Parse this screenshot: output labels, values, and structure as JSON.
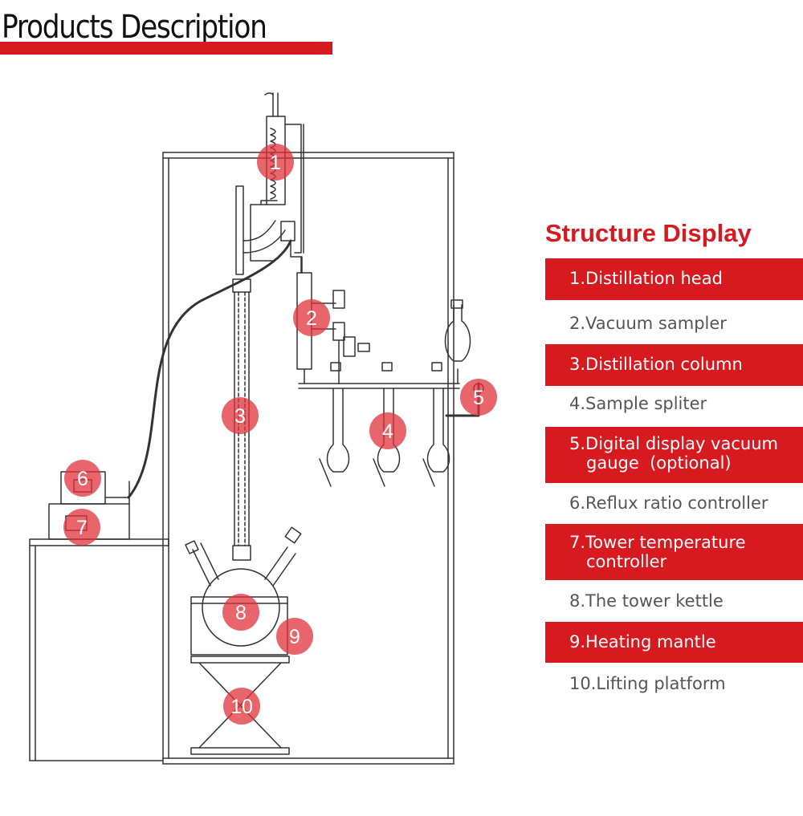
{
  "header": {
    "title": "Products Description"
  },
  "colors": {
    "accent": "#d71920",
    "marker": "#e0313b",
    "line": "#333333"
  },
  "markers": [
    "1",
    "2",
    "3",
    "4",
    "5",
    "6",
    "7",
    "8",
    "9",
    "10"
  ],
  "structure": {
    "title": "Structure Display",
    "items": [
      {
        "line1": "1.Distillation head",
        "line2": "",
        "highlight": true
      },
      {
        "line1": "2.Vacuum sampler",
        "line2": "",
        "highlight": false
      },
      {
        "line1": "3.Distillation column",
        "line2": "",
        "highlight": true
      },
      {
        "line1": "4.Sample spliter",
        "line2": "",
        "highlight": false
      },
      {
        "line1": "5.Digital display vacuum",
        "line2": "gauge  (optional)",
        "highlight": true
      },
      {
        "line1": "6.Reflux ratio controller",
        "line2": "",
        "highlight": false
      },
      {
        "line1": "7.Tower temperature",
        "line2": "controller",
        "highlight": true
      },
      {
        "line1": "8.The tower kettle",
        "line2": "",
        "highlight": false
      },
      {
        "line1": "9.Heating mantle",
        "line2": "",
        "highlight": true
      },
      {
        "line1": "10.Lifting platform",
        "line2": "",
        "highlight": false
      }
    ]
  }
}
